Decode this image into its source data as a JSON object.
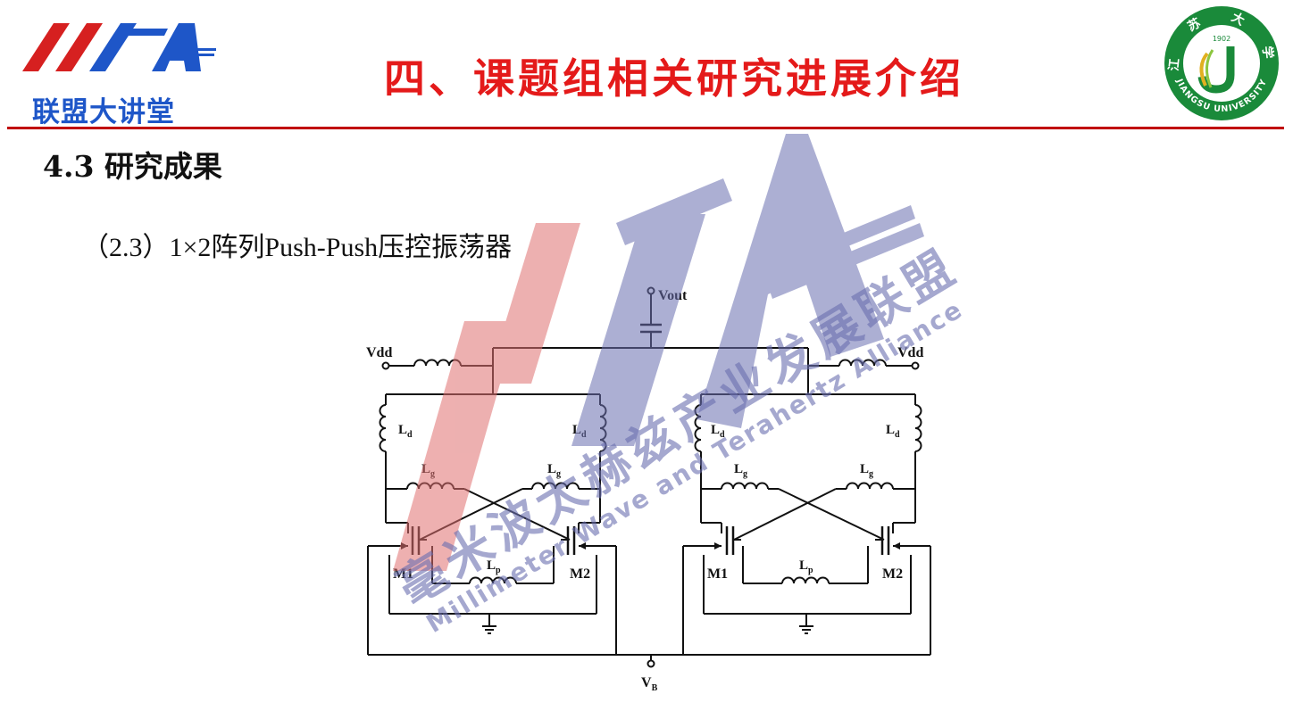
{
  "header": {
    "logo_left_text": "联盟大讲堂",
    "title": "四、课题组相关研究进展介绍",
    "logo_right": {
      "year": "1902",
      "name": "JIANGSU UNIVERSITY",
      "chinese": "江 苏 大 学"
    }
  },
  "section_title": "4.3  研究成果",
  "subtitle": "（2.3）1×2阵列Push-Push压控振荡器",
  "circuit": {
    "vout": "Vout",
    "vdd_left": "Vdd",
    "vdd_right": "Vdd",
    "vb_main": "V",
    "vb_sub": "B",
    "left": {
      "ld_left_main": "L",
      "ld_left_sub": "d",
      "ld_right_main": "L",
      "ld_right_sub": "d",
      "lg_left_main": "L",
      "lg_left_sub": "g",
      "lg_right_main": "L",
      "lg_right_sub": "g",
      "lp_main": "L",
      "lp_sub": "p",
      "m1": "M1",
      "m2": "M2"
    },
    "right": {
      "ld_left_main": "L",
      "ld_left_sub": "d",
      "ld_right_main": "L",
      "ld_right_sub": "d",
      "lg_left_main": "L",
      "lg_left_sub": "g",
      "lg_right_main": "L",
      "lg_right_sub": "g",
      "lp_main": "L",
      "lp_sub": "p",
      "m1": "M1",
      "m2": "M2"
    }
  },
  "watermark": {
    "chinese": "毫米波太赫兹产业发展联盟",
    "english": "Millimeter Wave and Terahertz Alliance"
  },
  "colors": {
    "title_red": "#e41a1a",
    "rule_red": "#c00000",
    "logo_red": "#d62020",
    "logo_blue": "#1e56c8",
    "jiangsu_green": "#1a8a3a",
    "wm_red": "#e07070",
    "wm_blue": "#6a6fb0"
  }
}
